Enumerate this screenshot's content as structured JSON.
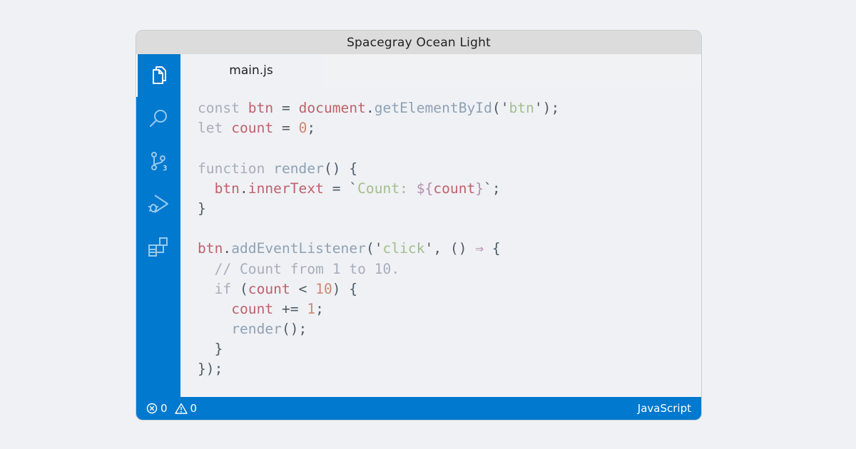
{
  "window": {
    "title": "Spacegray Ocean Light"
  },
  "activity_bar": {
    "items": [
      {
        "icon": "files-icon",
        "active": true
      },
      {
        "icon": "search-icon",
        "active": false
      },
      {
        "icon": "source-control-icon",
        "active": false,
        "badge": "3"
      },
      {
        "icon": "run-debug-icon",
        "active": false
      },
      {
        "icon": "extensions-icon",
        "active": false
      }
    ]
  },
  "tabs": [
    {
      "label": "main.js",
      "active": true
    }
  ],
  "editor": {
    "language": "javascript",
    "lines": [
      "const btn = document.getElementById('btn');",
      "let count = 0;",
      "",
      "function render() {",
      "  btn.innerText = `Count: ${count}`;",
      "}",
      "",
      "btn.addEventListener('click', () ⇒ {",
      "  // Count from 1 to 10.",
      "  if (count < 10) {",
      "    count += 1;",
      "    render();",
      "  }",
      "});"
    ]
  },
  "status_bar": {
    "errors": "0",
    "warnings": "0",
    "language": "JavaScript"
  },
  "colors": {
    "accent": "#0079cf",
    "background": "#eff1f5",
    "keyword": "#a7adba",
    "variable": "#bf616a",
    "function": "#8fa1b3",
    "string": "#a3be8c",
    "number": "#d08770",
    "arrow": "#b48ead"
  }
}
